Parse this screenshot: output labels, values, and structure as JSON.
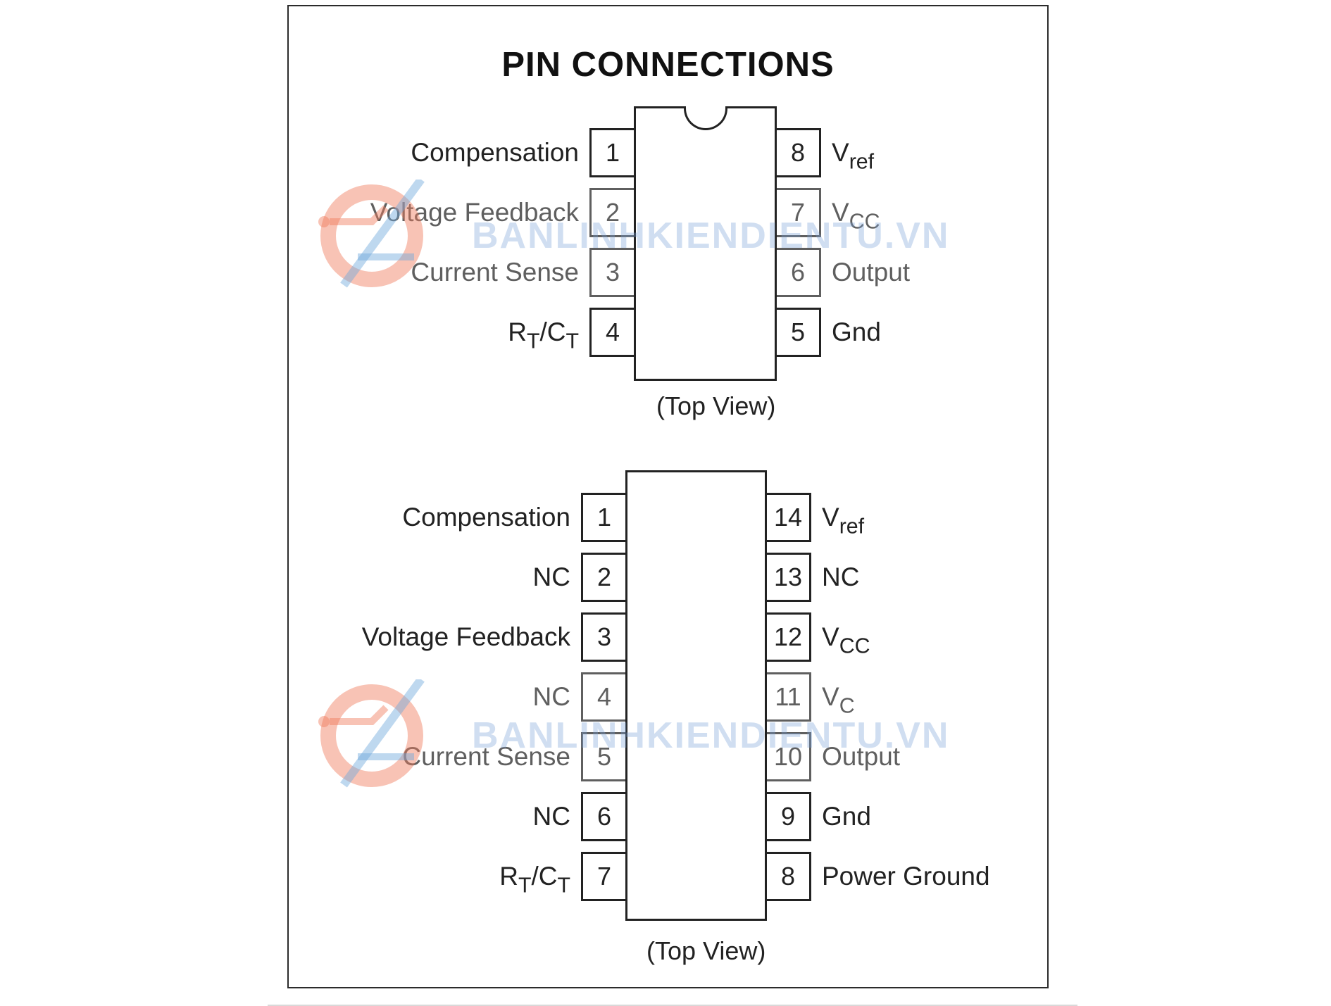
{
  "title": "PIN CONNECTIONS",
  "watermark": {
    "text": "BANLINHKIENDIENTU.VN",
    "color_orange": "#f07a5a",
    "color_blue": "#6fa8dc"
  },
  "package_8": {
    "caption": "(Top View)",
    "left_pins": [
      {
        "num": "1",
        "name": "Compensation"
      },
      {
        "num": "2",
        "name": "Voltage Feedback"
      },
      {
        "num": "3",
        "name": "Current Sense"
      },
      {
        "num": "4",
        "name": "R",
        "sub": "T",
        "name2": "/C",
        "sub2": "T"
      }
    ],
    "right_pins": [
      {
        "num": "8",
        "name": "V",
        "sub": "ref"
      },
      {
        "num": "7",
        "name": "V",
        "sub": "CC"
      },
      {
        "num": "6",
        "name": "Output"
      },
      {
        "num": "5",
        "name": "Gnd"
      }
    ]
  },
  "package_14": {
    "caption": "(Top View)",
    "left_pins": [
      {
        "num": "1",
        "name": "Compensation"
      },
      {
        "num": "2",
        "name": "NC"
      },
      {
        "num": "3",
        "name": "Voltage Feedback"
      },
      {
        "num": "4",
        "name": "NC"
      },
      {
        "num": "5",
        "name": "Current Sense"
      },
      {
        "num": "6",
        "name": "NC"
      },
      {
        "num": "7",
        "name": "R",
        "sub": "T",
        "name2": "/C",
        "sub2": "T"
      }
    ],
    "right_pins": [
      {
        "num": "14",
        "name": "V",
        "sub": "ref"
      },
      {
        "num": "13",
        "name": "NC"
      },
      {
        "num": "12",
        "name": "V",
        "sub": "CC"
      },
      {
        "num": "11",
        "name": "V",
        "sub": "C"
      },
      {
        "num": "10",
        "name": "Output"
      },
      {
        "num": "9",
        "name": "Gnd"
      },
      {
        "num": "8",
        "name": "Power Ground"
      }
    ]
  }
}
